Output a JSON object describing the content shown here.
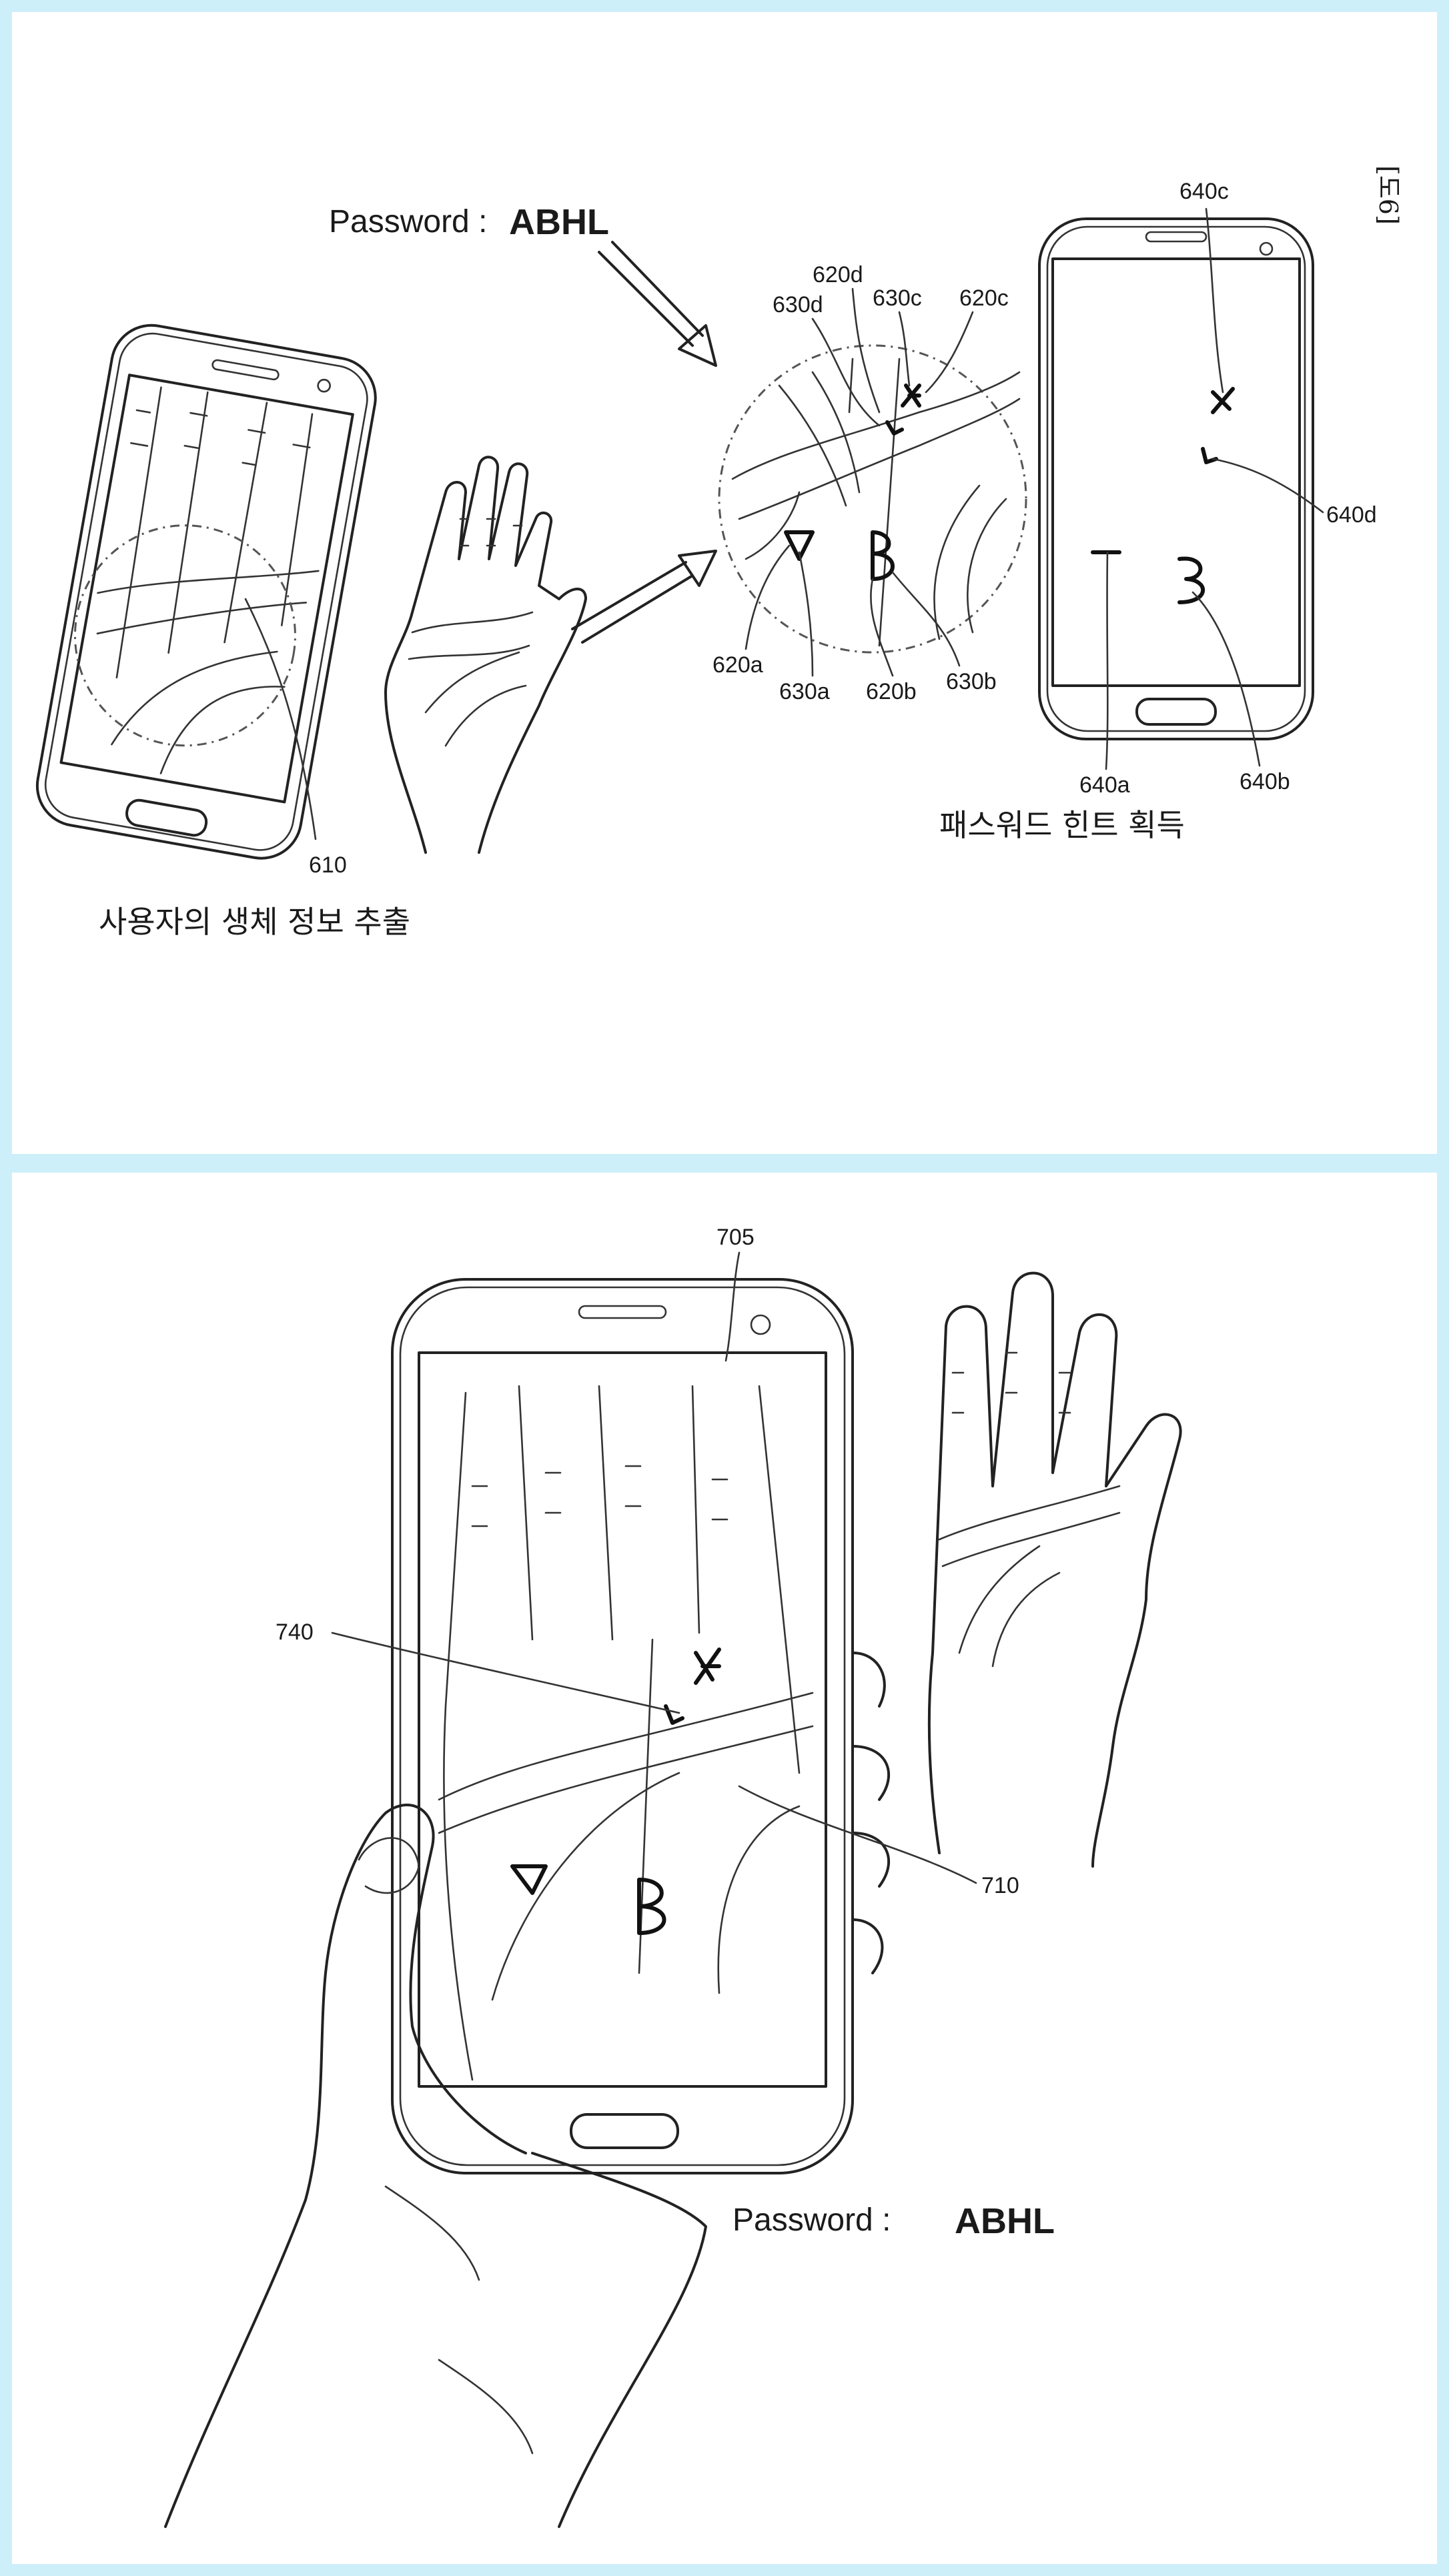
{
  "figure_top": {
    "fig_label": "[도6]",
    "password_label": "Password :",
    "password_value": "ABHL",
    "caption_extract": "사용자의 생체 정보 추출",
    "caption_hint": "패스워드 힌트 획득",
    "labels": {
      "l610": "610",
      "l620a": "620a",
      "l620b": "620b",
      "l620c": "620c",
      "l620d": "620d",
      "l630a": "630a",
      "l630b": "630b",
      "l630c": "630c",
      "l630d": "630d",
      "l640a": "640a",
      "l640b": "640b",
      "l640c": "640c",
      "l640d": "640d"
    }
  },
  "figure_bottom": {
    "password_label": "Password :",
    "password_value": "ABHL",
    "labels": {
      "l705": "705",
      "l710": "710",
      "l740": "740"
    }
  },
  "colors": {
    "background": "#cdeffa",
    "panel": "#ffffff",
    "ink": "#222222"
  }
}
